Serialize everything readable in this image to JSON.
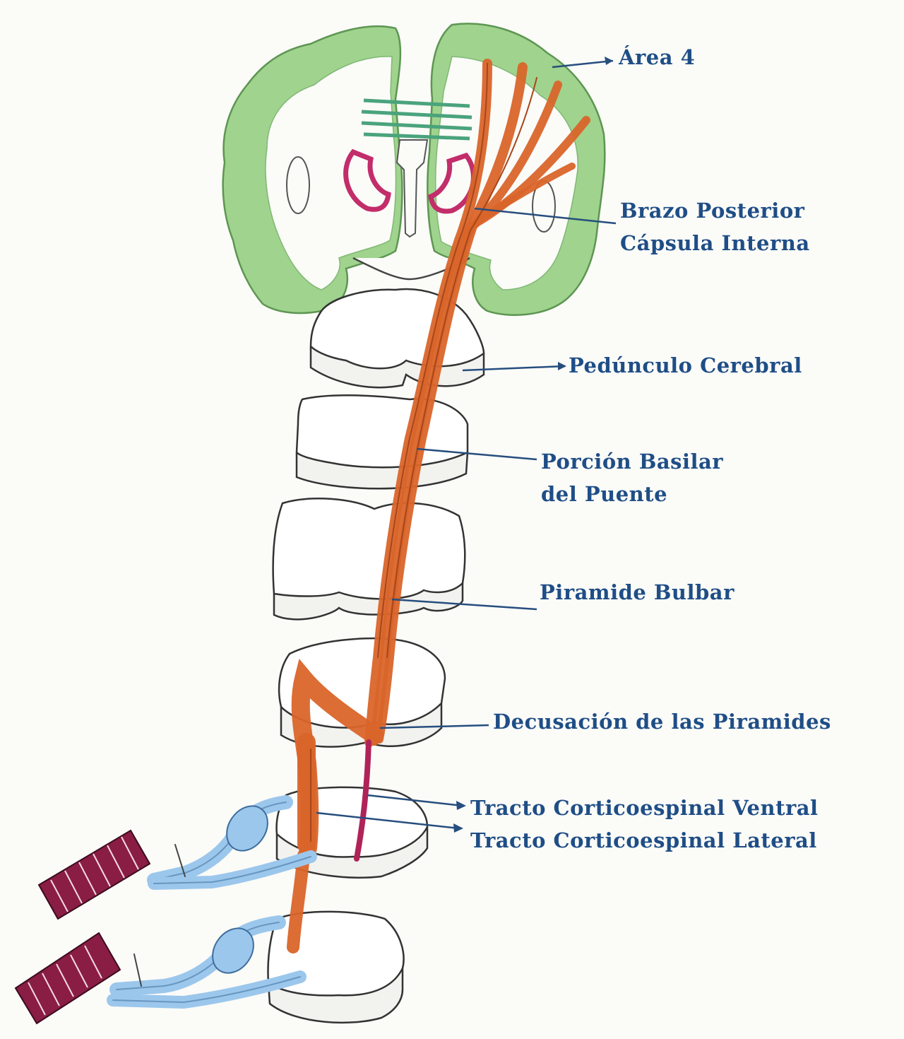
{
  "colors": {
    "label_text": "#1f4e86",
    "leader_line": "#264e7e",
    "cortex_green": "#9fd38e",
    "cortex_green_dark": "#6aa85c",
    "tract_orange": "#d9652a",
    "tract_orange_dark": "#a8461a",
    "ventral_tract": "#b02358",
    "nerve_blue": "#9cc7ec",
    "muscle_maroon": "#8a1d44",
    "outline": "#3b3b3b"
  },
  "labels": {
    "area4": "Área 4",
    "capsula_line1": "Brazo Posterior",
    "capsula_line2": "Cápsula Interna",
    "pedunculo": "Pedúnculo Cerebral",
    "puente_line1": "Porción Basilar",
    "puente_line2": "del Puente",
    "piramide": "Piramide Bulbar",
    "decusacion": "Decusación de las Piramides",
    "tracto_ventral": "Tracto Corticoespinal Ventral",
    "tracto_lateral": "Tracto Corticoespinal Lateral"
  }
}
